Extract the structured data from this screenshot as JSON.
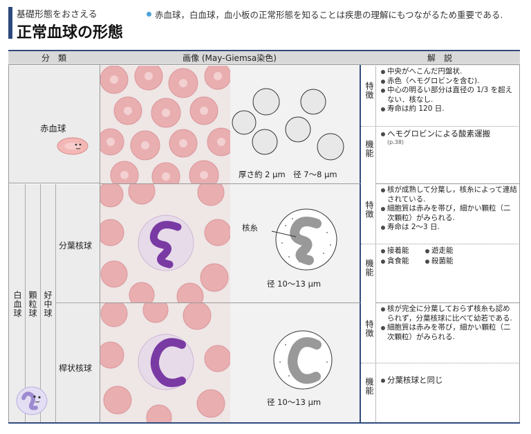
{
  "header": {
    "subtitle": "基礎形態をおさえる",
    "title": "正常血球の形態",
    "note": "赤血球，白血球，血小板の正常形態を知ることは疾患の理解にもつながるため重要である."
  },
  "table": {
    "col_classification": "分　類",
    "col_image": "画像 (May-Giemsa染色)",
    "col_explanation": "解　説",
    "tag_feature": "特徴",
    "tag_function": "機能"
  },
  "rbc": {
    "name": "赤血球",
    "measure": "厚さ約 2 μm　径 7〜8 μm",
    "features": [
      "中央がへこんだ円盤状.",
      "赤色（ヘモグロビンを含む).",
      "中心の明るい部分は直径の 1/3 を超えない．核なし.",
      "寿命は約 120 日."
    ],
    "function_text": "ヘモグロビンによる酸素運搬",
    "function_ref": "(p.38)"
  },
  "wbc": {
    "label": "白血球",
    "granulocyte": "顆粒球",
    "neutrophil": "好中球"
  },
  "segmented": {
    "name": "分葉核球",
    "nucleus_label": "核糸",
    "measure": "径 10〜13 μm",
    "features": [
      "核が成熟して分葉し，核糸によって連結されている.",
      "細胞質は赤みを帯び，細かい顆粒（二次顆粒）がみられる.",
      "寿命は 2〜3 日."
    ],
    "functions": [
      "接着能",
      "遊走能",
      "貪食能",
      "殺菌能"
    ]
  },
  "band": {
    "name": "桿状核球",
    "measure": "径 10〜13 μm",
    "features": [
      "核が完全に分葉しておらず核糸も認められず，分葉核球に比べて幼若である.",
      "細胞質は赤みを帯び，細かい顆粒（二次顆粒）がみられる."
    ],
    "function_text": "分葉核球と同じ"
  },
  "colors": {
    "title_bar": "#2e4a7d",
    "note_dot": "#4aa3d8",
    "rbc_fill": "#f1c7c5",
    "nucleus": "#7a3aa3",
    "header_bg": "#d9d9d9"
  }
}
